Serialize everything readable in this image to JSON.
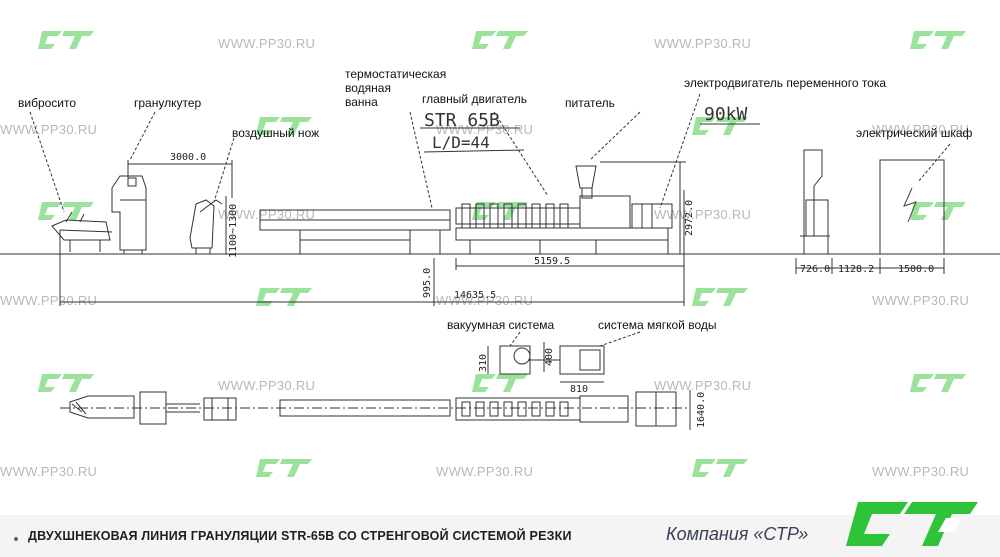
{
  "labels": {
    "vibrosito": "вибросито",
    "granulkuter": "гранулкутер",
    "vozdushny_nozh": "воздушный нож",
    "thermo_line1": "термостатическая",
    "thermo_line2": "водяная",
    "thermo_line3": "ванна",
    "main_motor": "главный двигатель",
    "pitatel": "питатель",
    "ac_motor": "электродвигатель переменного тока",
    "el_shkaf": "электрический шкаф",
    "vacuum": "вакуумная система",
    "soft_water": "система мягкой воды"
  },
  "handwritten": {
    "model": "STR 65B",
    "ld": "L/D=44",
    "power": "90kW"
  },
  "dimensions": {
    "d3000": "3000.0",
    "d1100_1300": "1100~1300",
    "d5159": "5159.5",
    "d2972": "2972.0",
    "d995": "995.0",
    "d14635": "14635.5",
    "d726": "726.0",
    "d1128": "1128.2",
    "d1500": "1500.0",
    "d310": "310",
    "d400": "400",
    "d810": "810",
    "d1640": "1640.0"
  },
  "watermark": {
    "url": "WWW.PP30.RU",
    "logo": "СТР"
  },
  "footer": {
    "caption": "ДВУХШНЕКОВАЯ ЛИНИЯ ГРАНУЛЯЦИИ STR-65B СО СТРЕНГОВОЙ СИСТЕМОЙ РЕЗКИ",
    "company": "Компания «СТР»",
    "logo": "СТР"
  },
  "colors": {
    "watermark_green": "#9be29b",
    "logo_green": "#2ec43a",
    "line": "#333333"
  }
}
